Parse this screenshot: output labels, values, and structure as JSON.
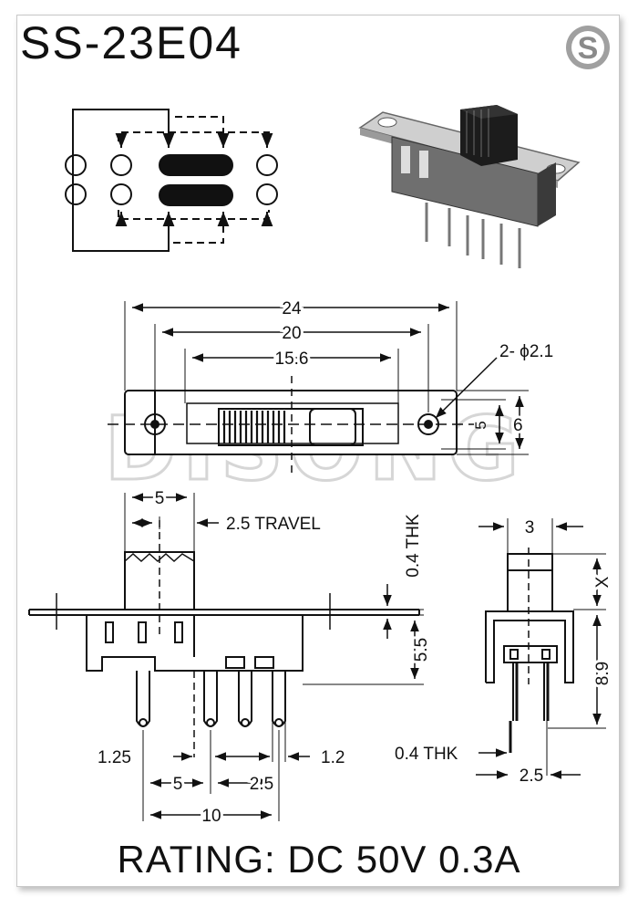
{
  "part_number": "SS-23E04",
  "rating": "RATING: DC 50V 0.3A",
  "logo_letter": "S",
  "watermark": "DISONG",
  "top_view": {
    "overall": "24",
    "hole_pitch": "20",
    "slot": "15.6",
    "holes": "2- ϕ2.1",
    "body_height": "5",
    "flange_height": "6"
  },
  "front_view": {
    "actuator_width": "5",
    "travel": "2.5 TRAVEL",
    "thickness": "0.4 THK",
    "body_height": "5.5",
    "pin_offset_left": "1.25",
    "pin_width": "1.2",
    "pitch_5": "5",
    "pitch_2_5": "2.5",
    "overall_pins": "10"
  },
  "side_view": {
    "actuator_width": "3",
    "actuator_height": "X",
    "overall_height": "8.9",
    "pin_thickness": "0.4 THK",
    "pin_spacing": "2.5"
  },
  "colors": {
    "line": "#111111",
    "logo": "#9a9a9a",
    "watermark": "#d6d6d6"
  }
}
